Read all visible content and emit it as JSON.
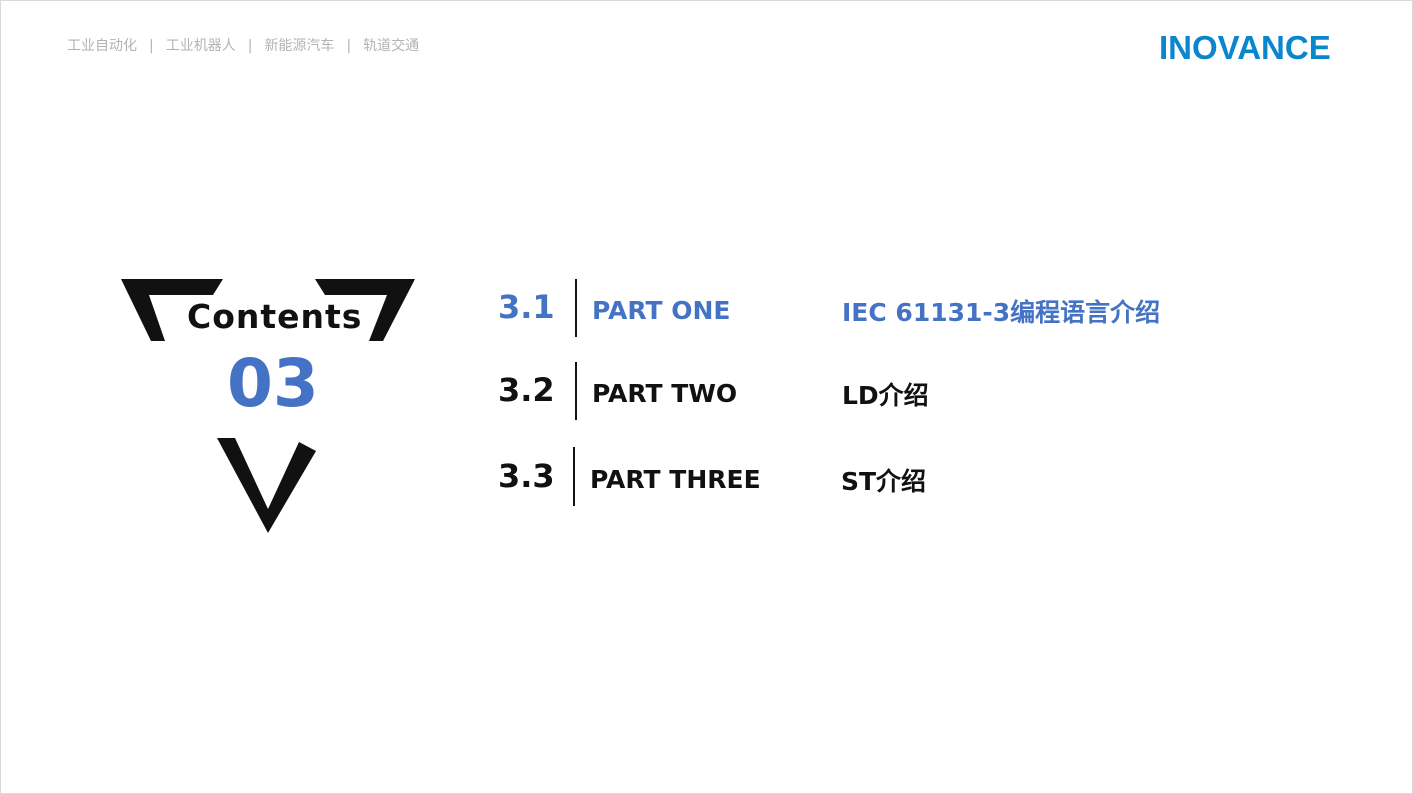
{
  "header": {
    "nav": [
      "工业自动化",
      "工业机器人",
      "新能源汽车",
      "轨道交通"
    ],
    "separator": "|",
    "logo": "INOVANCE"
  },
  "contents": {
    "label": "Contents",
    "chapter": "03"
  },
  "toc": {
    "items": [
      {
        "number": "3.1",
        "part": "PART ONE",
        "title": "IEC 61131-3编程语言介绍",
        "active": true
      },
      {
        "number": "3.2",
        "part": "PART TWO",
        "title": "LD介绍",
        "active": false
      },
      {
        "number": "3.3",
        "part": "PART THREE",
        "title": "ST介绍",
        "active": false
      }
    ]
  },
  "colors": {
    "accent": "#4472c4",
    "logo": "#0a86cf",
    "text": "#111111",
    "nav": "#b3b3b3"
  }
}
